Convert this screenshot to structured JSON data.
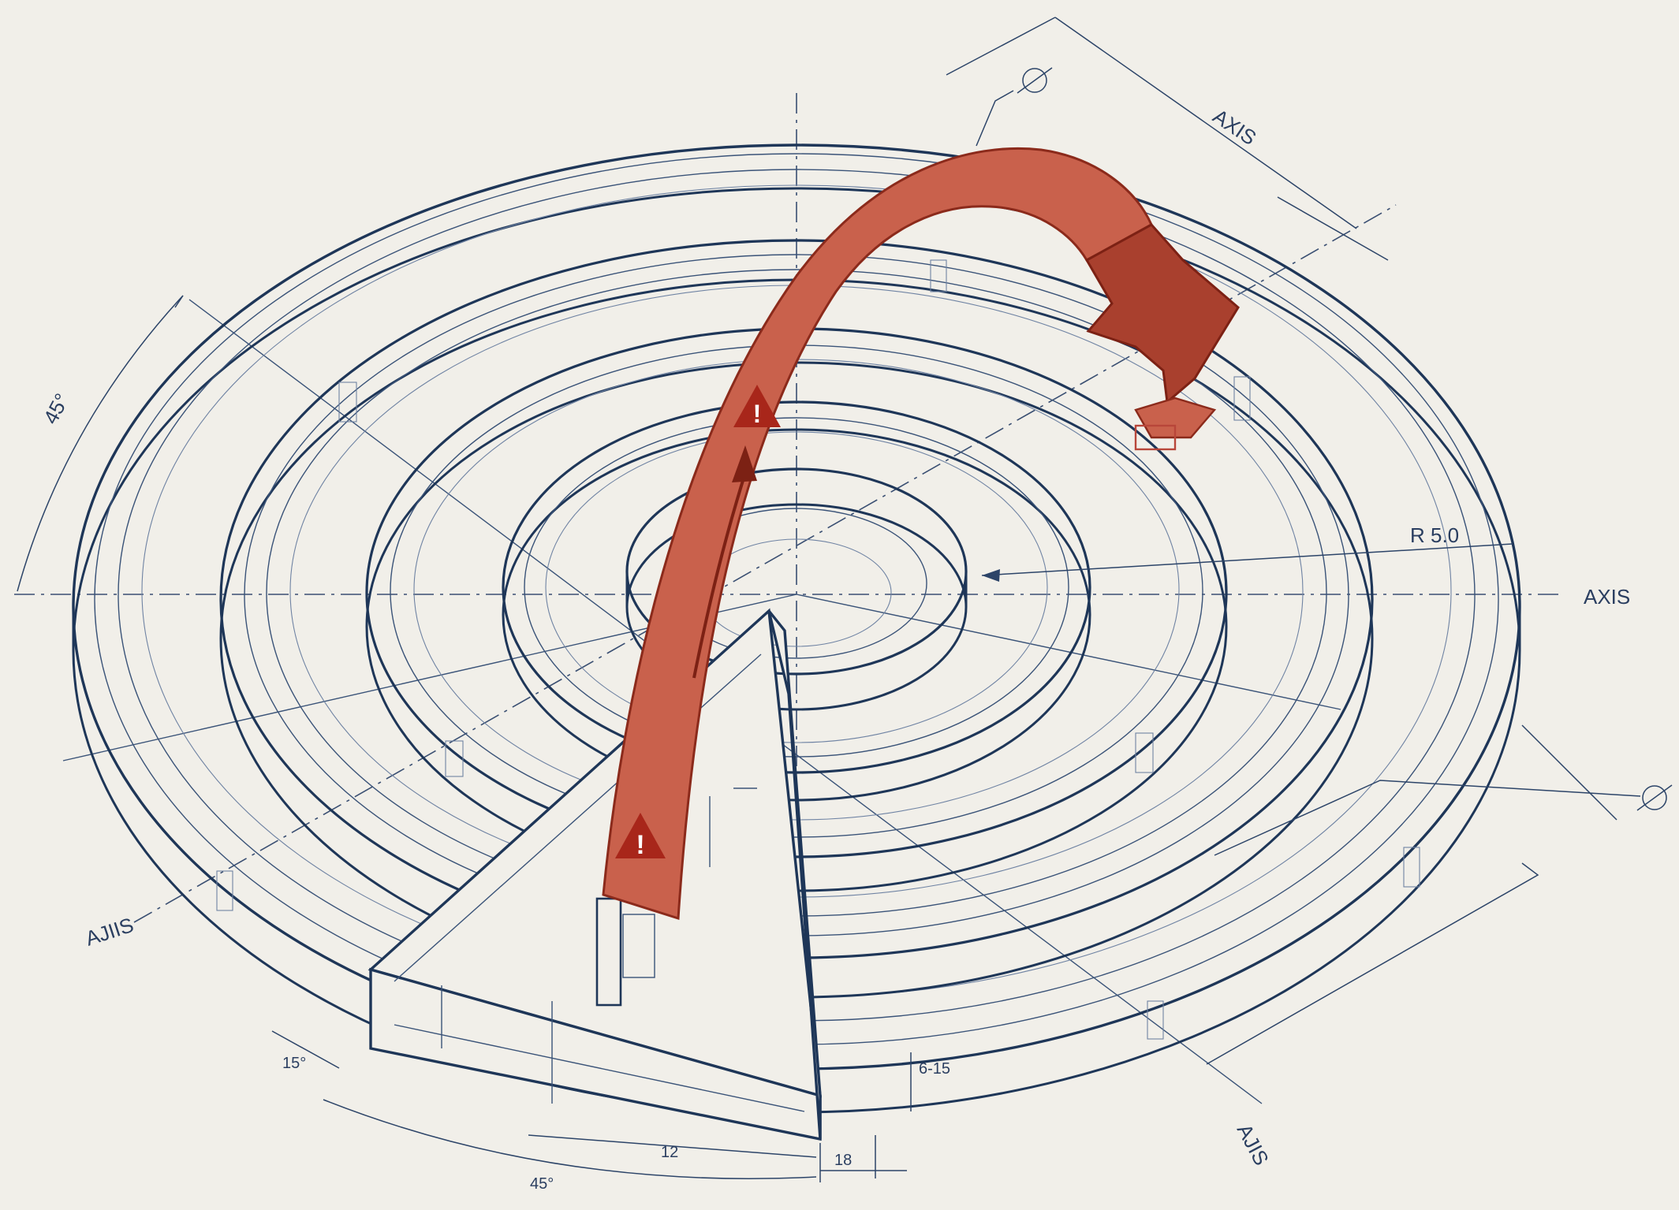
{
  "palette": {
    "background": "#f1efe9",
    "blueprint_ink": "#1e3658",
    "arrow_red": "#c9614c",
    "arrow_dark": "#8b2a1b",
    "warning_red": "#a8261a"
  },
  "labels": {
    "axis_right": "AXIS",
    "axis_left": "AJIIS",
    "axis_bottom": "AJIS",
    "axis_top": "AXIS",
    "radius": "R 5.0",
    "angle_left": "45°",
    "angle_bottom_a": "15°",
    "angle_bottom_b": "45°",
    "dim_12": "12",
    "dim_18": "18",
    "dim_6_15": "6-15"
  },
  "icons": {
    "warning_upper": "warning-triangle-icon",
    "warning_lower": "warning-triangle-icon",
    "target_top": "diameter-symbol-icon",
    "target_right": "diameter-symbol-icon"
  }
}
